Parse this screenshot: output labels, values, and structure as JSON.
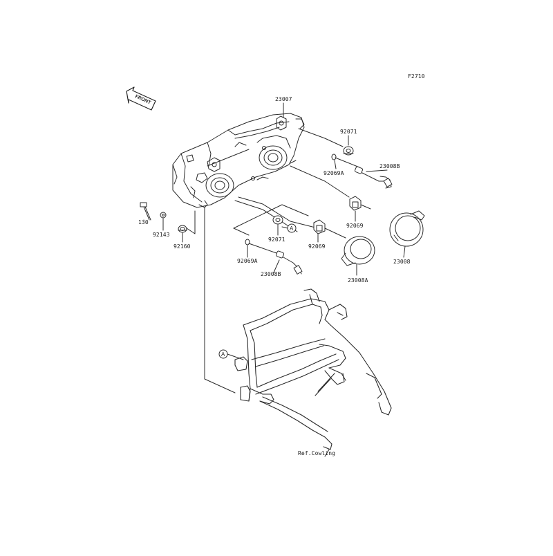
{
  "diagram_code": "F2710",
  "front_badge": "FRONT",
  "ref_letter": "A",
  "labels": {
    "p23007": "23007",
    "p92071_top": "92071",
    "p92069A_top": "92069A",
    "p23008B_top": "23008B",
    "p130": "130",
    "p92143": "92143",
    "p92160": "92160",
    "p92071_mid": "92071",
    "p92069_right": "92069",
    "p92069_mid": "92069",
    "p23008": "23008",
    "p92069A_low": "92069A",
    "p23008B_low": "23008B",
    "p23008A": "23008A",
    "ref_cowling": "Ref.Cowling"
  }
}
